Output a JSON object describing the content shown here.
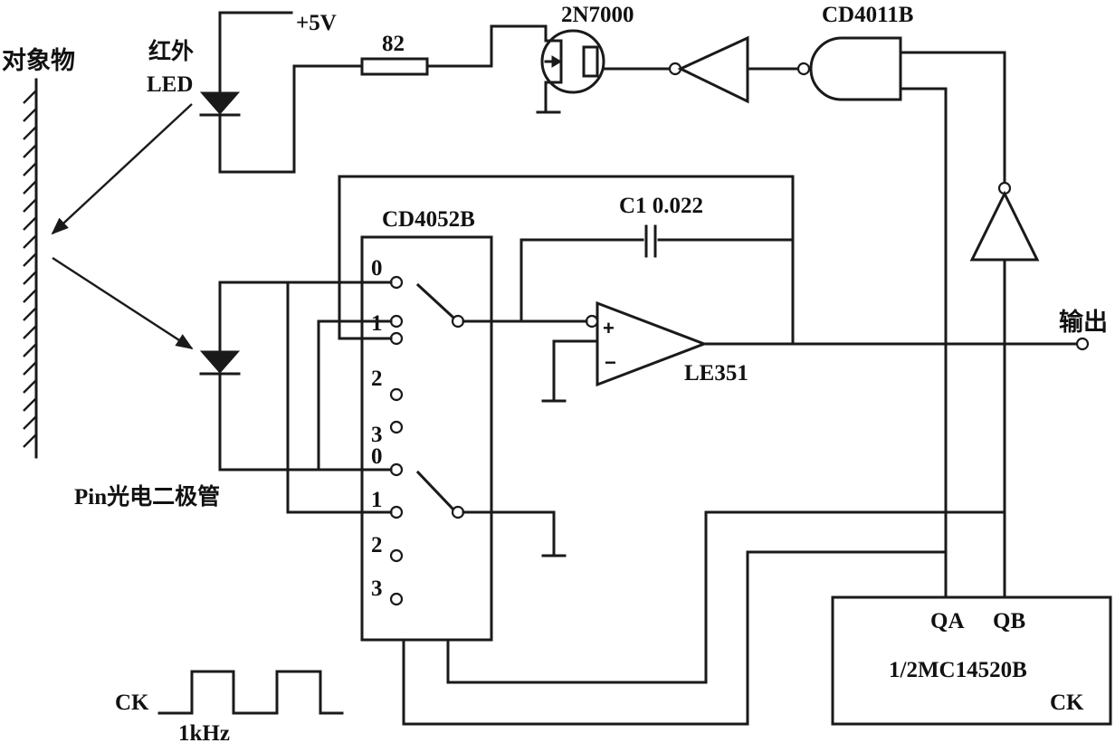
{
  "labels": {
    "object": "对象物",
    "ir_led_cn": "红外",
    "ir_led_en": "LED",
    "supply": "+5V",
    "resistor": "82",
    "mosfet": "2N7000",
    "nand_gate": "CD4011B",
    "mux": "CD4052B",
    "capacitor": "C1 0.022",
    "opamp": "LE351",
    "output": "输出",
    "photodiode": "Pin光电二极管",
    "counter": "1/2MC14520B",
    "counter_ck": "CK",
    "qa": "QA",
    "qb": "QB",
    "clock_label": "CK",
    "clock_freq": "1kHz"
  },
  "mux_channels_top": [
    "0",
    "1",
    "2",
    "3"
  ],
  "mux_channels_bottom": [
    "0",
    "1",
    "2",
    "3"
  ],
  "opamp_inputs": {
    "plus": "+",
    "minus": "−"
  }
}
